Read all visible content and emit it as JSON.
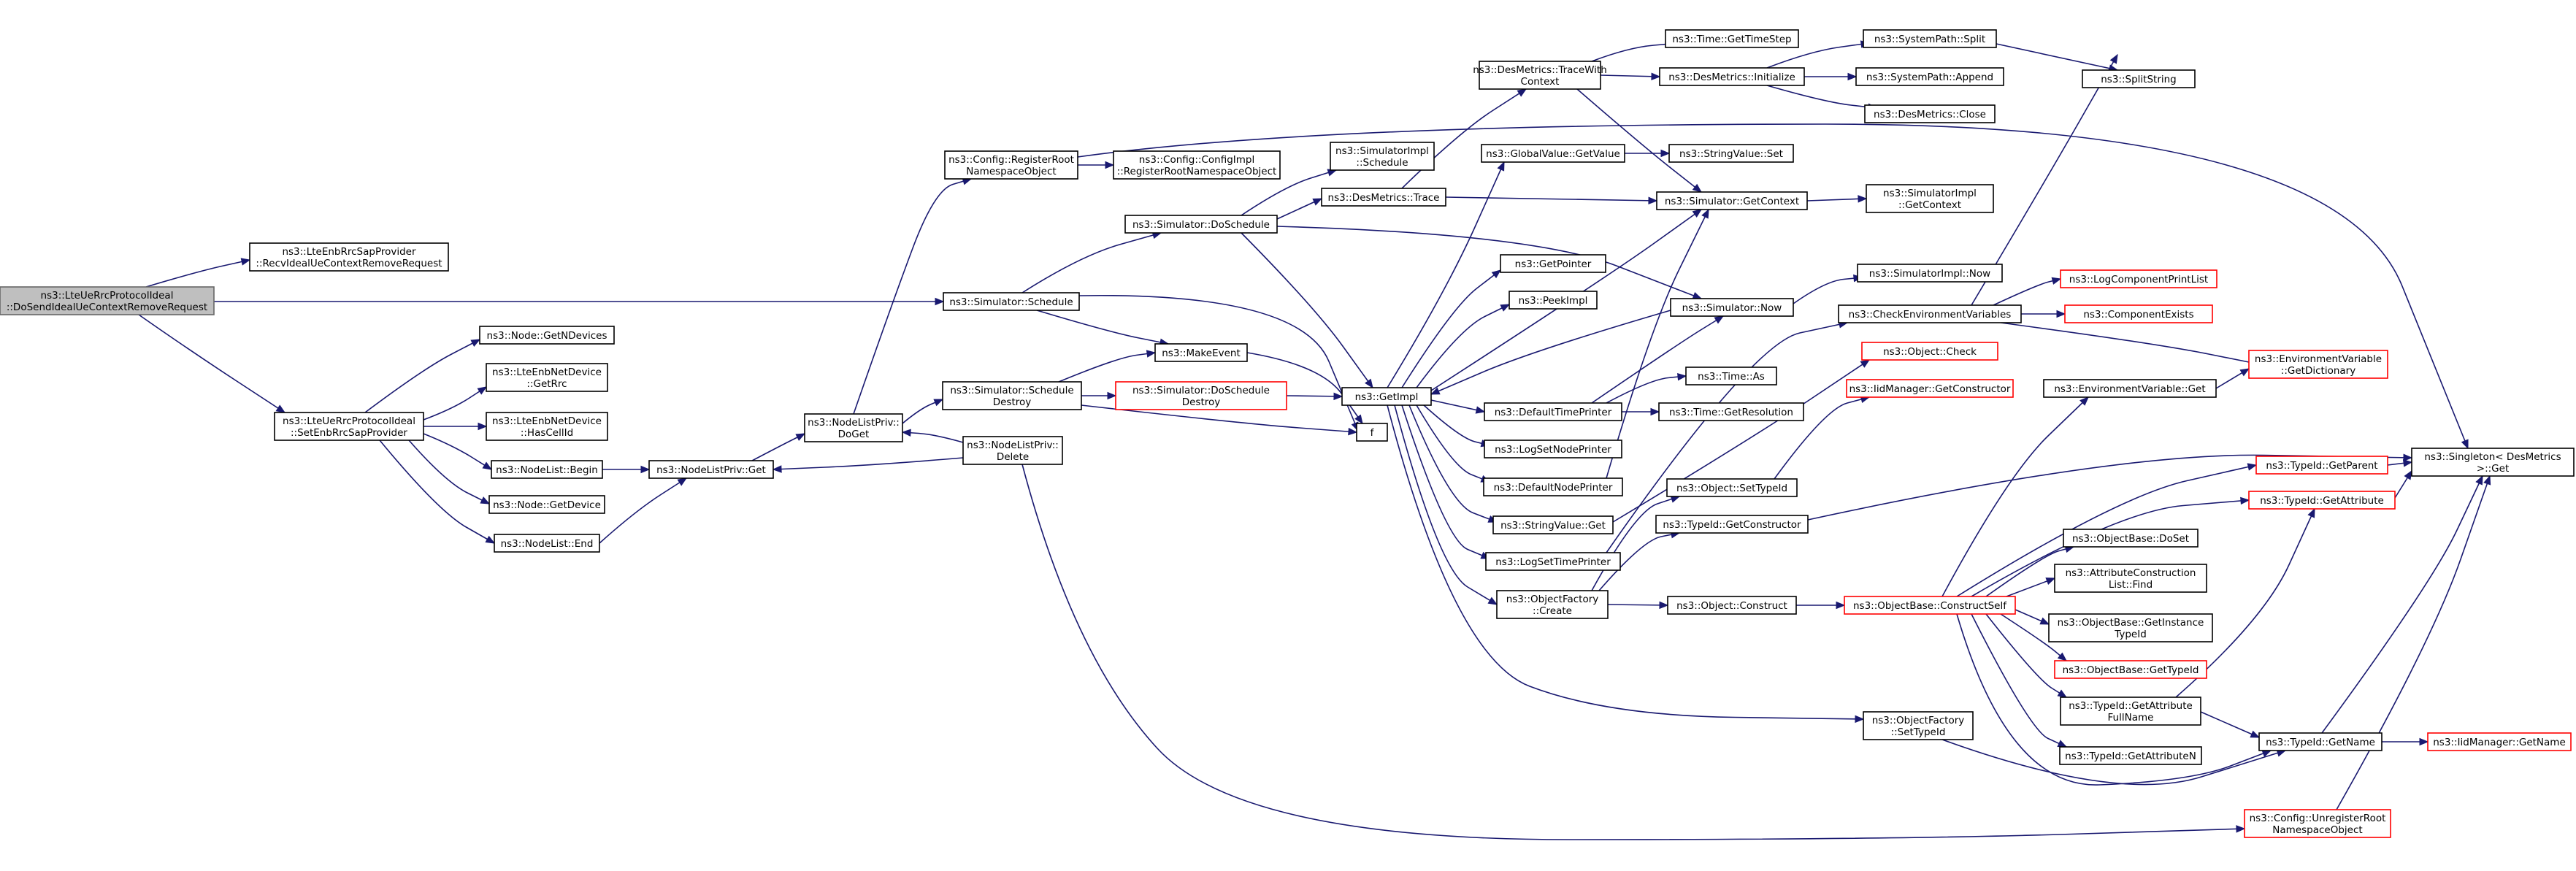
{
  "nodes": [
    {
      "id": "root",
      "lines": [
        "ns3::LteUeRrcProtocolIdeal",
        "::DoSendIdealUeContextRemoveRequest"
      ],
      "style": "root"
    },
    {
      "id": "recvIdeal",
      "lines": [
        "ns3::LteEnbRrcSapProvider",
        "::RecvIdealUeContextRemoveRequest"
      ]
    },
    {
      "id": "schedule",
      "lines": [
        "ns3::Simulator::Schedule"
      ]
    },
    {
      "id": "setEnbRrc",
      "lines": [
        "ns3::LteUeRrcProtocolIdeal",
        "::SetEnbRrcSapProvider"
      ]
    },
    {
      "id": "getNDevices",
      "lines": [
        "ns3::Node::GetNDevices"
      ]
    },
    {
      "id": "getRrc",
      "lines": [
        "ns3::LteEnbNetDevice",
        "::GetRrc"
      ]
    },
    {
      "id": "hasCellId",
      "lines": [
        "ns3::LteEnbNetDevice",
        "::HasCellId"
      ]
    },
    {
      "id": "nlBegin",
      "lines": [
        "ns3::NodeList::Begin"
      ]
    },
    {
      "id": "getDevice",
      "lines": [
        "ns3::Node::GetDevice"
      ]
    },
    {
      "id": "nlEnd",
      "lines": [
        "ns3::NodeList::End"
      ]
    },
    {
      "id": "nlpGet",
      "lines": [
        "ns3::NodeListPriv::Get"
      ]
    },
    {
      "id": "nlpDoGet",
      "lines": [
        "ns3::NodeListPriv::",
        "DoGet"
      ]
    },
    {
      "id": "nlpDelete",
      "lines": [
        "ns3::NodeListPriv::",
        "Delete"
      ]
    },
    {
      "id": "registerRoot",
      "lines": [
        "ns3::Config::RegisterRoot",
        "NamespaceObject"
      ]
    },
    {
      "id": "cfgImplRegister",
      "lines": [
        "ns3::Config::ConfigImpl",
        "::RegisterRootNamespaceObject"
      ]
    },
    {
      "id": "doSchedule",
      "lines": [
        "ns3::Simulator::DoSchedule"
      ]
    },
    {
      "id": "scheduleDestroy",
      "lines": [
        "ns3::Simulator::Schedule",
        "Destroy"
      ]
    },
    {
      "id": "makeEvent",
      "lines": [
        "ns3::MakeEvent"
      ]
    },
    {
      "id": "doScheduleDestroy",
      "lines": [
        "ns3::Simulator::DoSchedule",
        "Destroy"
      ],
      "style": "red"
    },
    {
      "id": "fNode",
      "lines": [
        "f"
      ]
    },
    {
      "id": "simImplSchedule",
      "lines": [
        "ns3::SimulatorImpl",
        "::Schedule"
      ]
    },
    {
      "id": "desTrace",
      "lines": [
        "ns3::DesMetrics::Trace"
      ]
    },
    {
      "id": "desTraceWith",
      "lines": [
        "ns3::DesMetrics::TraceWith",
        "Context"
      ]
    },
    {
      "id": "getImpl",
      "lines": [
        "ns3::GetImpl"
      ]
    },
    {
      "id": "gvGetValue",
      "lines": [
        "ns3::GlobalValue::GetValue"
      ]
    },
    {
      "id": "getPointer",
      "lines": [
        "ns3::GetPointer"
      ]
    },
    {
      "id": "peekImpl",
      "lines": [
        "ns3::PeekImpl"
      ]
    },
    {
      "id": "defTimePrinter",
      "lines": [
        "ns3::DefaultTimePrinter"
      ]
    },
    {
      "id": "logSetNodePrinter",
      "lines": [
        "ns3::LogSetNodePrinter"
      ]
    },
    {
      "id": "defNodePrinter",
      "lines": [
        "ns3::DefaultNodePrinter"
      ]
    },
    {
      "id": "svGet",
      "lines": [
        "ns3::StringValue::Get"
      ]
    },
    {
      "id": "logSetTimePrinter",
      "lines": [
        "ns3::LogSetTimePrinter"
      ]
    },
    {
      "id": "ofCreate",
      "lines": [
        "ns3::ObjectFactory",
        "::Create"
      ]
    },
    {
      "id": "timeGetTimeStep",
      "lines": [
        "ns3::Time::GetTimeStep"
      ]
    },
    {
      "id": "desInitialize",
      "lines": [
        "ns3::DesMetrics::Initialize"
      ]
    },
    {
      "id": "svSet",
      "lines": [
        "ns3::StringValue::Set"
      ]
    },
    {
      "id": "simGetContext",
      "lines": [
        "ns3::Simulator::GetContext"
      ]
    },
    {
      "id": "simNow",
      "lines": [
        "ns3::Simulator::Now"
      ]
    },
    {
      "id": "timeAs",
      "lines": [
        "ns3::Time::As"
      ]
    },
    {
      "id": "timeGetResolution",
      "lines": [
        "ns3::Time::GetResolution"
      ]
    },
    {
      "id": "objSetTypeId",
      "lines": [
        "ns3::Object::SetTypeId"
      ]
    },
    {
      "id": "tidGetConstructor",
      "lines": [
        "ns3::TypeId::GetConstructor"
      ]
    },
    {
      "id": "objConstruct",
      "lines": [
        "ns3::Object::Construct"
      ]
    },
    {
      "id": "ofSetTypeId",
      "lines": [
        "ns3::ObjectFactory",
        "::SetTypeId"
      ]
    },
    {
      "id": "spSplit",
      "lines": [
        "ns3::SystemPath::Split"
      ]
    },
    {
      "id": "spAppend",
      "lines": [
        "ns3::SystemPath::Append"
      ]
    },
    {
      "id": "desClose",
      "lines": [
        "ns3::DesMetrics::Close"
      ]
    },
    {
      "id": "simImplGetContext",
      "lines": [
        "ns3::SimulatorImpl",
        "::GetContext"
      ]
    },
    {
      "id": "simImplNow",
      "lines": [
        "ns3::SimulatorImpl::Now"
      ]
    },
    {
      "id": "checkEnvVars",
      "lines": [
        "ns3::CheckEnvironmentVariables"
      ]
    },
    {
      "id": "objCheck",
      "lines": [
        "ns3::Object::Check"
      ],
      "style": "red"
    },
    {
      "id": "iidGetConstructor",
      "lines": [
        "ns3::IidManager::GetConstructor"
      ],
      "style": "red"
    },
    {
      "id": "obConstructSelf",
      "lines": [
        "ns3::ObjectBase::ConstructSelf"
      ],
      "style": "red"
    },
    {
      "id": "splitString",
      "lines": [
        "ns3::SplitString"
      ]
    },
    {
      "id": "logCompPrintList",
      "lines": [
        "ns3::LogComponentPrintList"
      ],
      "style": "red"
    },
    {
      "id": "compExists",
      "lines": [
        "ns3::ComponentExists"
      ],
      "style": "red"
    },
    {
      "id": "envVarGetDict",
      "lines": [
        "ns3::EnvironmentVariable",
        "::GetDictionary"
      ],
      "style": "red"
    },
    {
      "id": "envVarGet",
      "lines": [
        "ns3::EnvironmentVariable::Get"
      ]
    },
    {
      "id": "obDoSet",
      "lines": [
        "ns3::ObjectBase::DoSet"
      ]
    },
    {
      "id": "acListFind",
      "lines": [
        "ns3::AttributeConstruction",
        "List::Find"
      ]
    },
    {
      "id": "obGetInstanceTid",
      "lines": [
        "ns3::ObjectBase::GetInstance",
        "TypeId"
      ]
    },
    {
      "id": "obGetTypeId",
      "lines": [
        "ns3::ObjectBase::GetTypeId"
      ],
      "style": "red"
    },
    {
      "id": "tidGetAttrFullName",
      "lines": [
        "ns3::TypeId::GetAttribute",
        "FullName"
      ]
    },
    {
      "id": "tidGetAttributeN",
      "lines": [
        "ns3::TypeId::GetAttributeN"
      ]
    },
    {
      "id": "tidGetParent",
      "lines": [
        "ns3::TypeId::GetParent"
      ],
      "style": "red"
    },
    {
      "id": "tidGetAttribute",
      "lines": [
        "ns3::TypeId::GetAttribute"
      ],
      "style": "red"
    },
    {
      "id": "tidGetName",
      "lines": [
        "ns3::TypeId::GetName"
      ]
    },
    {
      "id": "iidGetName",
      "lines": [
        "ns3::IidManager::GetName"
      ],
      "style": "red"
    },
    {
      "id": "unregisterRoot",
      "lines": [
        "ns3::Config::UnregisterRoot",
        "NamespaceObject"
      ],
      "style": "red"
    },
    {
      "id": "singletonGet",
      "lines": [
        "ns3::Singleton< DesMetrics",
        ">::Get"
      ]
    }
  ]
}
